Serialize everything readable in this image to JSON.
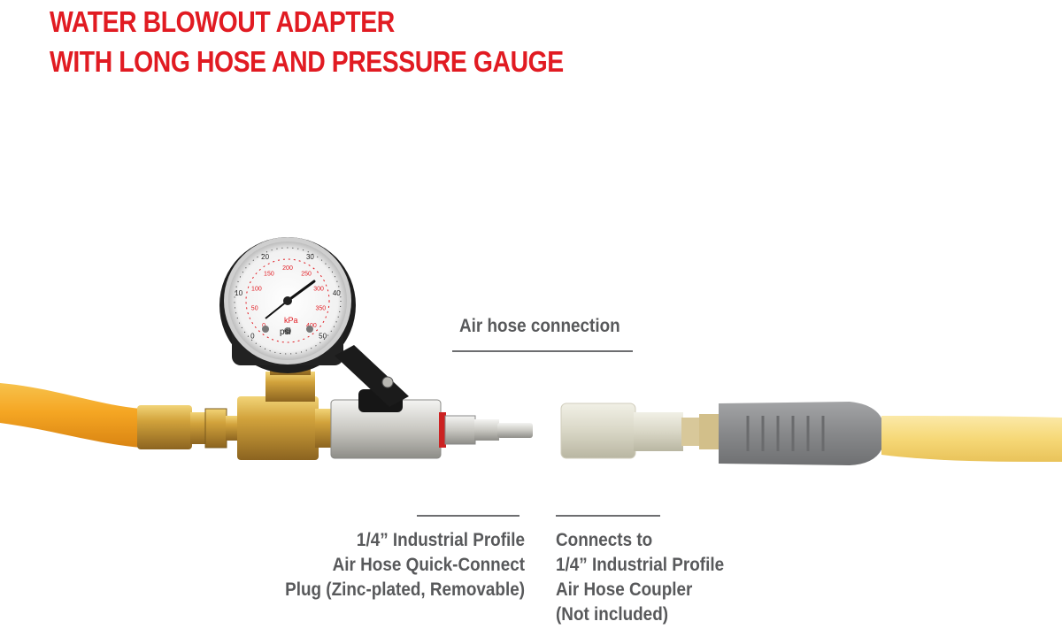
{
  "title": {
    "line1": "WATER BLOWOUT ADAPTER",
    "line2": "WITH LONG HOSE AND PRESSURE GAUGE"
  },
  "gauge": {
    "units_outer": "psi",
    "units_inner": "kPa",
    "psi_ticks": [
      "0",
      "10",
      "20",
      "30",
      "40",
      "50"
    ],
    "kpa_ticks": [
      "0",
      "50",
      "100",
      "150",
      "200",
      "250",
      "300",
      "350",
      "400"
    ]
  },
  "captions": {
    "air_hose_connection": "Air hose connection",
    "plug": [
      "1/4” Industrial Profile",
      "Air Hose Quick-Connect",
      "Plug (Zinc-plated, Removable)"
    ],
    "coupler": [
      "Connects to",
      "1/4” Industrial Profile",
      "Air Hose Coupler",
      "(Not included)"
    ]
  },
  "colors": {
    "title_red": "#e11b22",
    "caption_gray": "#58595b",
    "hose_yellow": "#f2a31a",
    "brass": "#c9a23a",
    "coupler_gray": "#8a8b8d"
  }
}
